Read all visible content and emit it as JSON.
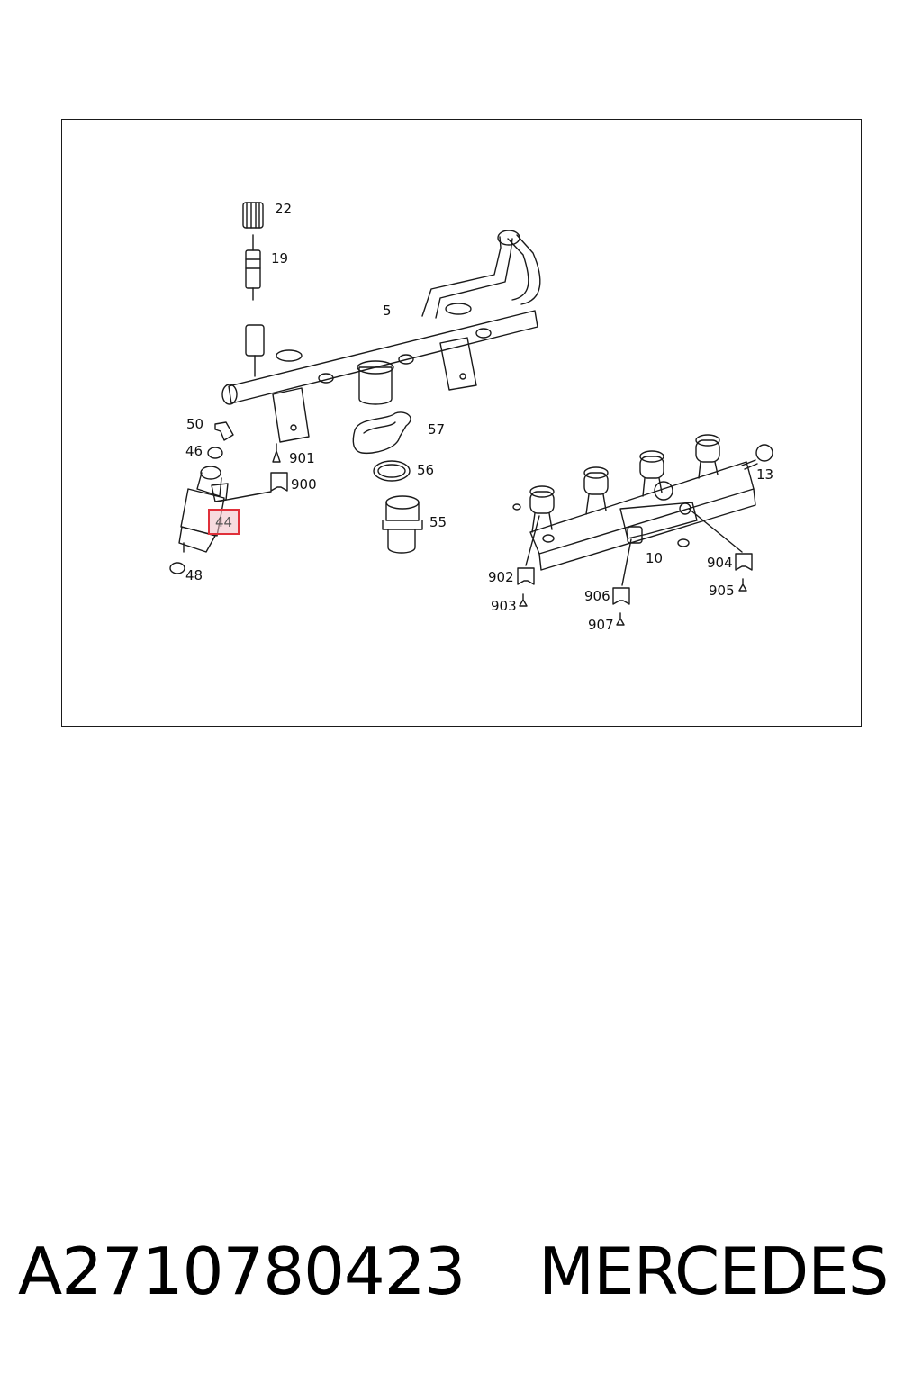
{
  "diagram": {
    "labels": {
      "l22": "22",
      "l19": "19",
      "l5": "5",
      "l50": "50",
      "l46": "46",
      "l901": "901",
      "l900": "900",
      "l57": "57",
      "l56": "56",
      "l55": "55",
      "l44": "44",
      "l48": "48",
      "l13": "13",
      "l10": "10",
      "l902": "902",
      "l903": "903",
      "l906": "906",
      "l907": "907",
      "l904": "904",
      "l905": "905"
    },
    "highlight_color": "#e0303a"
  },
  "footer": {
    "part_number": "A2710780423",
    "brand": "MERCEDES"
  }
}
